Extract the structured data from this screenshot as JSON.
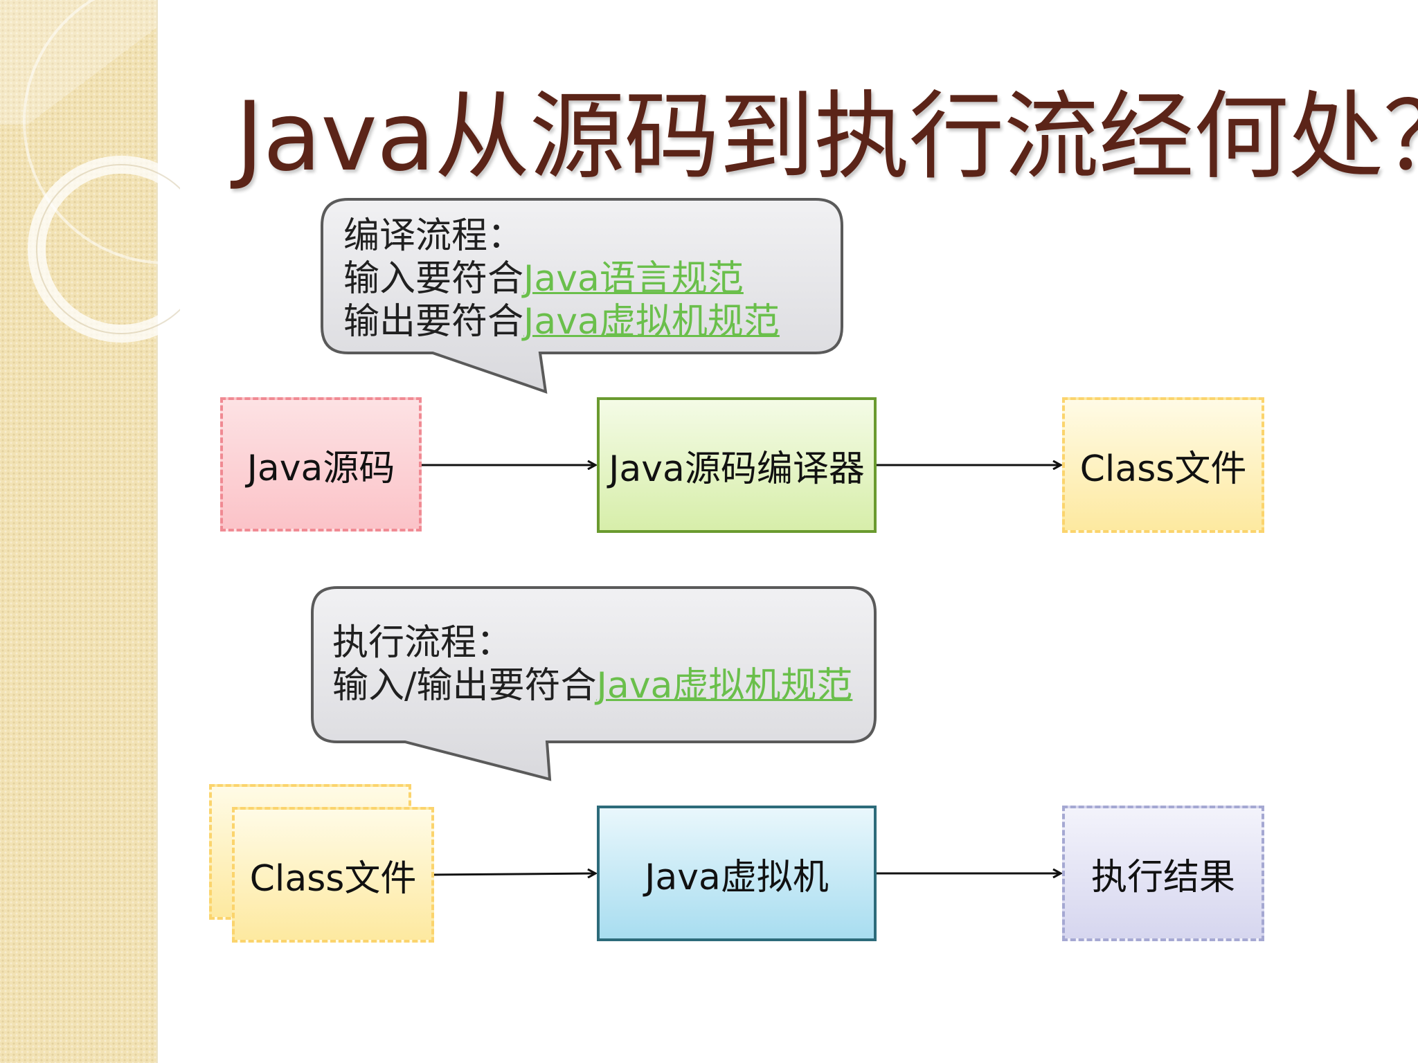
{
  "title": "Java从源码到执行流经何处？",
  "compile_callout": {
    "heading": "编译流程：",
    "line1_prefix": "输入要符合",
    "line1_link": "Java语言规范",
    "line2_prefix": "输出要符合",
    "line2_link": "Java虚拟机规范"
  },
  "execute_callout": {
    "heading": "执行流程：",
    "line1_prefix": "输入/输出要符合",
    "line1_link": "Java虚拟机规范"
  },
  "compile_flow": {
    "source": "Java源码",
    "compiler": "Java源码编译器",
    "output": "Class文件"
  },
  "execute_flow": {
    "input": "Class文件",
    "vm": "Java虚拟机",
    "result": "执行结果"
  },
  "colors": {
    "title": "#5b2418",
    "link": "#6abf4b",
    "callout_fill": "#e3e3e6",
    "callout_border": "#5a5a5a"
  }
}
